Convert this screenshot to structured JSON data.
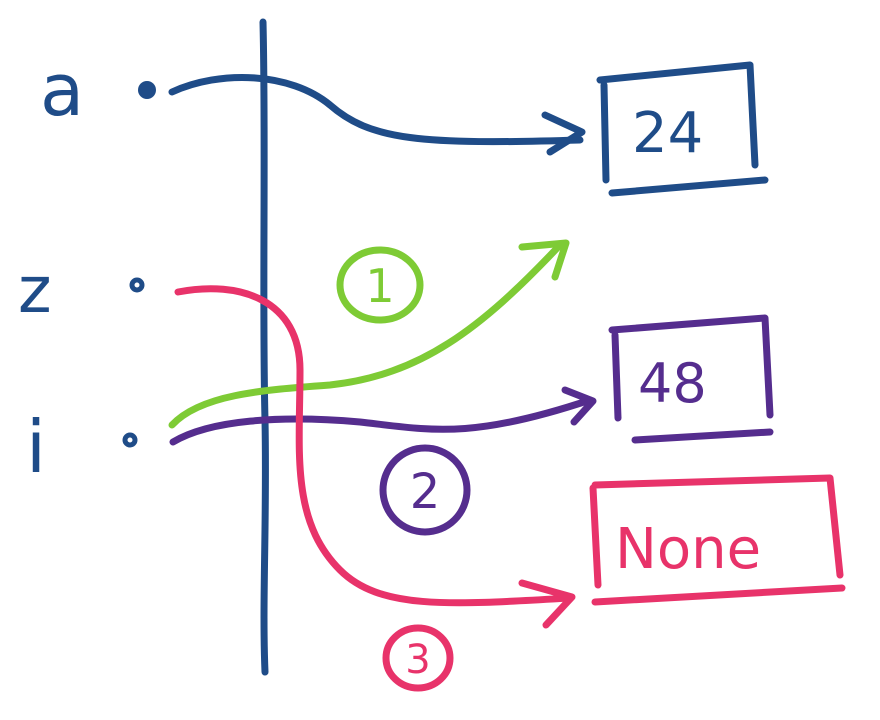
{
  "colors": {
    "blue": "#1f4c88",
    "green": "#7ecb35",
    "purple": "#552d8e",
    "pink": "#e8336a"
  },
  "variables": [
    {
      "name": "a",
      "color": "#1f4c88"
    },
    {
      "name": "z",
      "color": "#1f4c88"
    },
    {
      "name": "i",
      "color": "#1f4c88"
    }
  ],
  "values": [
    {
      "label": "24",
      "color": "#1f4c88"
    },
    {
      "label": "48",
      "color": "#552d8e"
    },
    {
      "label": "None",
      "color": "#e8336a"
    }
  ],
  "steps": [
    {
      "label": "1",
      "color": "#7ecb35"
    },
    {
      "label": "2",
      "color": "#552d8e"
    },
    {
      "label": "3",
      "color": "#e8336a"
    }
  ]
}
